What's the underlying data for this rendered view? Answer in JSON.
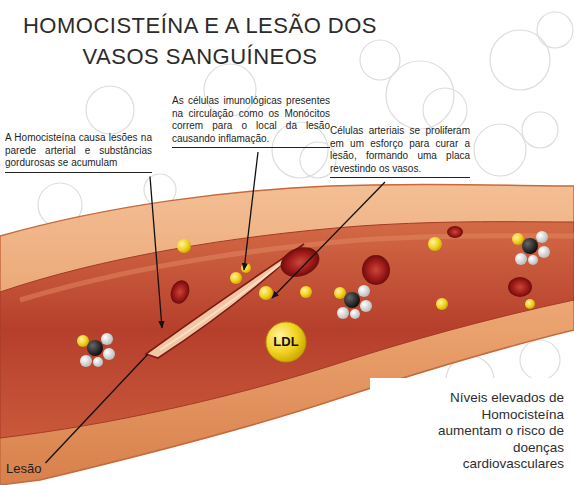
{
  "diagram": {
    "title": "HOMOCISTEÍNA E A LESÃO DOS VASOS SANGUÍNEOS",
    "nodes": [
      {
        "text": [
          "LDL"
        ]
      },
      {
        "text": [
          "Níveis elevados de Homocisteína aumentam o risco de doenças cardiovasculares"
        ]
      }
    ],
    "labels": [
      "A Homocisteína causa lesões na parede arterial e substâncias gordurosas se acumulam",
      "As células imunológicas presentes na circulação como os Monócitos correm para o local da lesão causando inflamação.",
      "Células arteriais se proliferam em um esforço para curar a lesão, formando uma placa revestindo os vasos.",
      "Lesão"
    ]
  }
}
